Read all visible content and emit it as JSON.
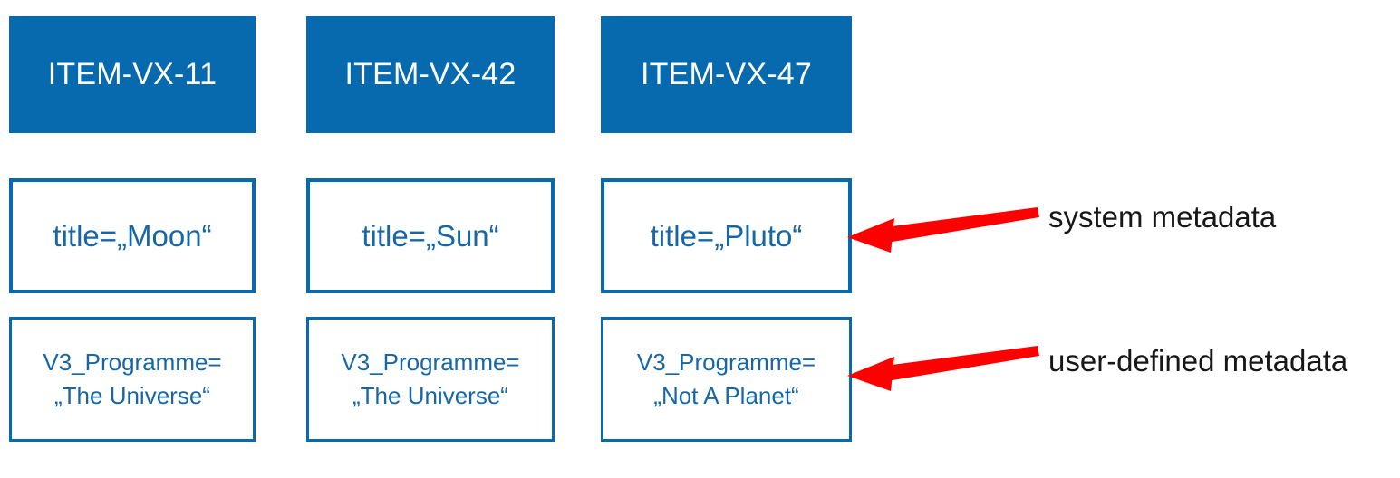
{
  "diagram": {
    "title_text": "",
    "colors": {
      "header_fill": "#0769AE",
      "card_border": "#0769AE",
      "card_text": "#1767A6",
      "header_text": "#FFFFFF",
      "arrow": "#FF0000",
      "annotation_text": "#171717",
      "background": "#FFFFFF"
    },
    "columns": [
      {
        "id": "item-vx-11",
        "header": "ITEM-VX-11",
        "system_metadata": "title=„Moon“",
        "user_metadata": "V3_Programme=\n„The Universe“"
      },
      {
        "id": "item-vx-42",
        "header": "ITEM-VX-42",
        "system_metadata": "title=„Sun“",
        "user_metadata": "V3_Programme=\n„The Universe“"
      },
      {
        "id": "item-vx-47",
        "header": "ITEM-VX-47",
        "system_metadata": "title=„Pluto“",
        "user_metadata": "V3_Programme=\n„Not A Planet“"
      }
    ],
    "annotations": [
      {
        "id": "system-metadata",
        "label": "system metadata",
        "arrow_icon": "left-arrow-icon"
      },
      {
        "id": "user-defined-metadata",
        "label": "user-defined metadata",
        "arrow_icon": "left-arrow-icon"
      }
    ]
  }
}
